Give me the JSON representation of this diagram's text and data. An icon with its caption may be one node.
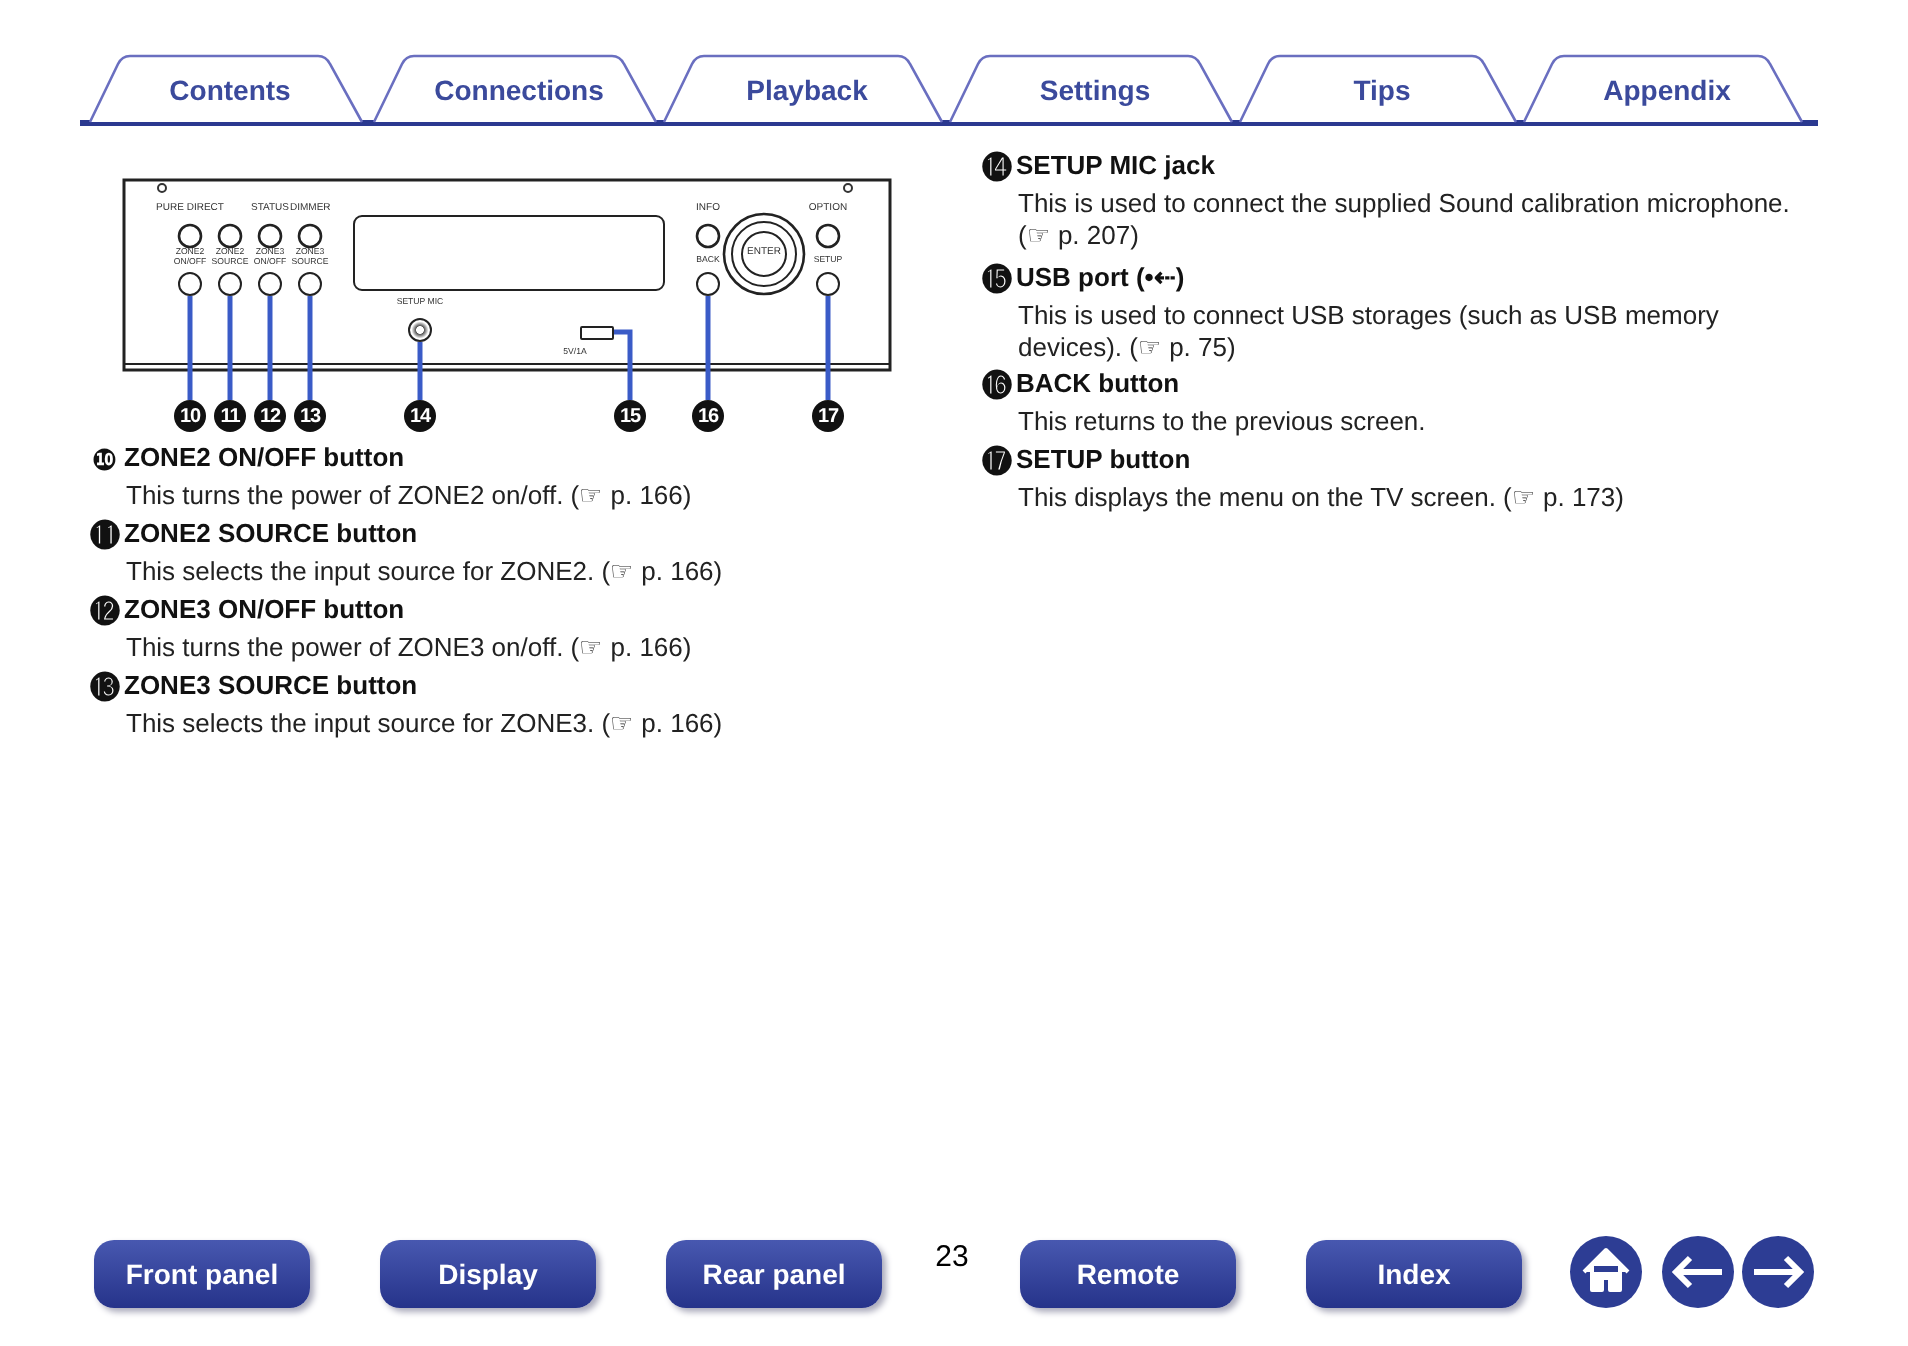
{
  "diagram": {
    "nodes": [
      {
        "text": [],
        "shape": "circle",
        "beside": [
          "ZONE2 ON/OFF"
        ]
      },
      {
        "text": [],
        "shape": "circle",
        "beside": [
          "ZONE2 SOURCE"
        ]
      },
      {
        "text": [],
        "shape": "circle",
        "beside": [
          "ZONE3 ON/OFF"
        ]
      },
      {
        "text": [],
        "shape": "circle",
        "beside": [
          "ZONE3 SOURCE"
        ]
      },
      {
        "text": [],
        "shape": "circle",
        "beside": [
          "SETUP MIC"
        ]
      },
      {
        "text": [],
        "shape": "box",
        "beside": [
          "5V/1A"
        ]
      },
      {
        "text": [],
        "shape": "circle",
        "beside": [
          "BACK"
        ]
      },
      {
        "text": [],
        "shape": "circle",
        "beside": [
          "SETUP"
        ]
      },
      {
        "text": [
          "10"
        ]
      },
      {
        "text": [
          "11"
        ]
      },
      {
        "text": [
          "12"
        ]
      },
      {
        "text": [
          "13"
        ]
      },
      {
        "text": [
          "14"
        ]
      },
      {
        "text": [
          "15"
        ]
      },
      {
        "text": [
          "16"
        ]
      },
      {
        "text": [
          "17"
        ]
      }
    ],
    "edges": [
      {
        "from": 8,
        "to": 0,
        "arrow": "none"
      },
      {
        "from": 9,
        "to": 1,
        "arrow": "none"
      },
      {
        "from": 10,
        "to": 2,
        "arrow": "none"
      },
      {
        "from": 11,
        "to": 3,
        "arrow": "none"
      },
      {
        "from": 12,
        "to": 4,
        "arrow": "none"
      },
      {
        "from": 13,
        "to": 5,
        "arrow": "none"
      },
      {
        "from": 14,
        "to": 6,
        "arrow": "none"
      },
      {
        "from": 15,
        "to": 7,
        "arrow": "none"
      }
    ],
    "labels": [
      "Contents",
      "Connections",
      "Playback",
      "Settings",
      "Tips",
      "Appendix",
      "PURE DIRECT",
      "STATUS",
      "DIMMER",
      "INFO",
      "OPTION",
      "ENTER",
      "❿",
      "ZONE2 ON/OFF button",
      "This turns the power of ZONE2 on/off.  (☞ p. 166)",
      "⓫",
      "ZONE2 SOURCE button",
      "This selects the input source for ZONE2.  (☞ p. 166)",
      "⓬",
      "ZONE3 ON/OFF button",
      "This turns the power of ZONE3 on/off.  (☞ p. 166)",
      "⓭",
      "ZONE3 SOURCE button",
      "This selects the input source for ZONE3.  (☞ p. 166)",
      "⓮",
      "SETUP MIC jack",
      "This is used to connect the supplied Sound calibration microphone. (☞ p. 207)",
      "⓯",
      "USB port (•⇠)",
      "This is used to connect USB storages (such as USB memory devices). (☞ p. 75)",
      "⓰",
      "BACK button",
      "This returns to the previous screen.",
      "⓱",
      "SETUP button",
      "This displays the menu on the TV screen.  (☞ p. 173)",
      "Front panel",
      "Display",
      "Rear panel",
      "23",
      "Remote",
      "Index"
    ]
  }
}
